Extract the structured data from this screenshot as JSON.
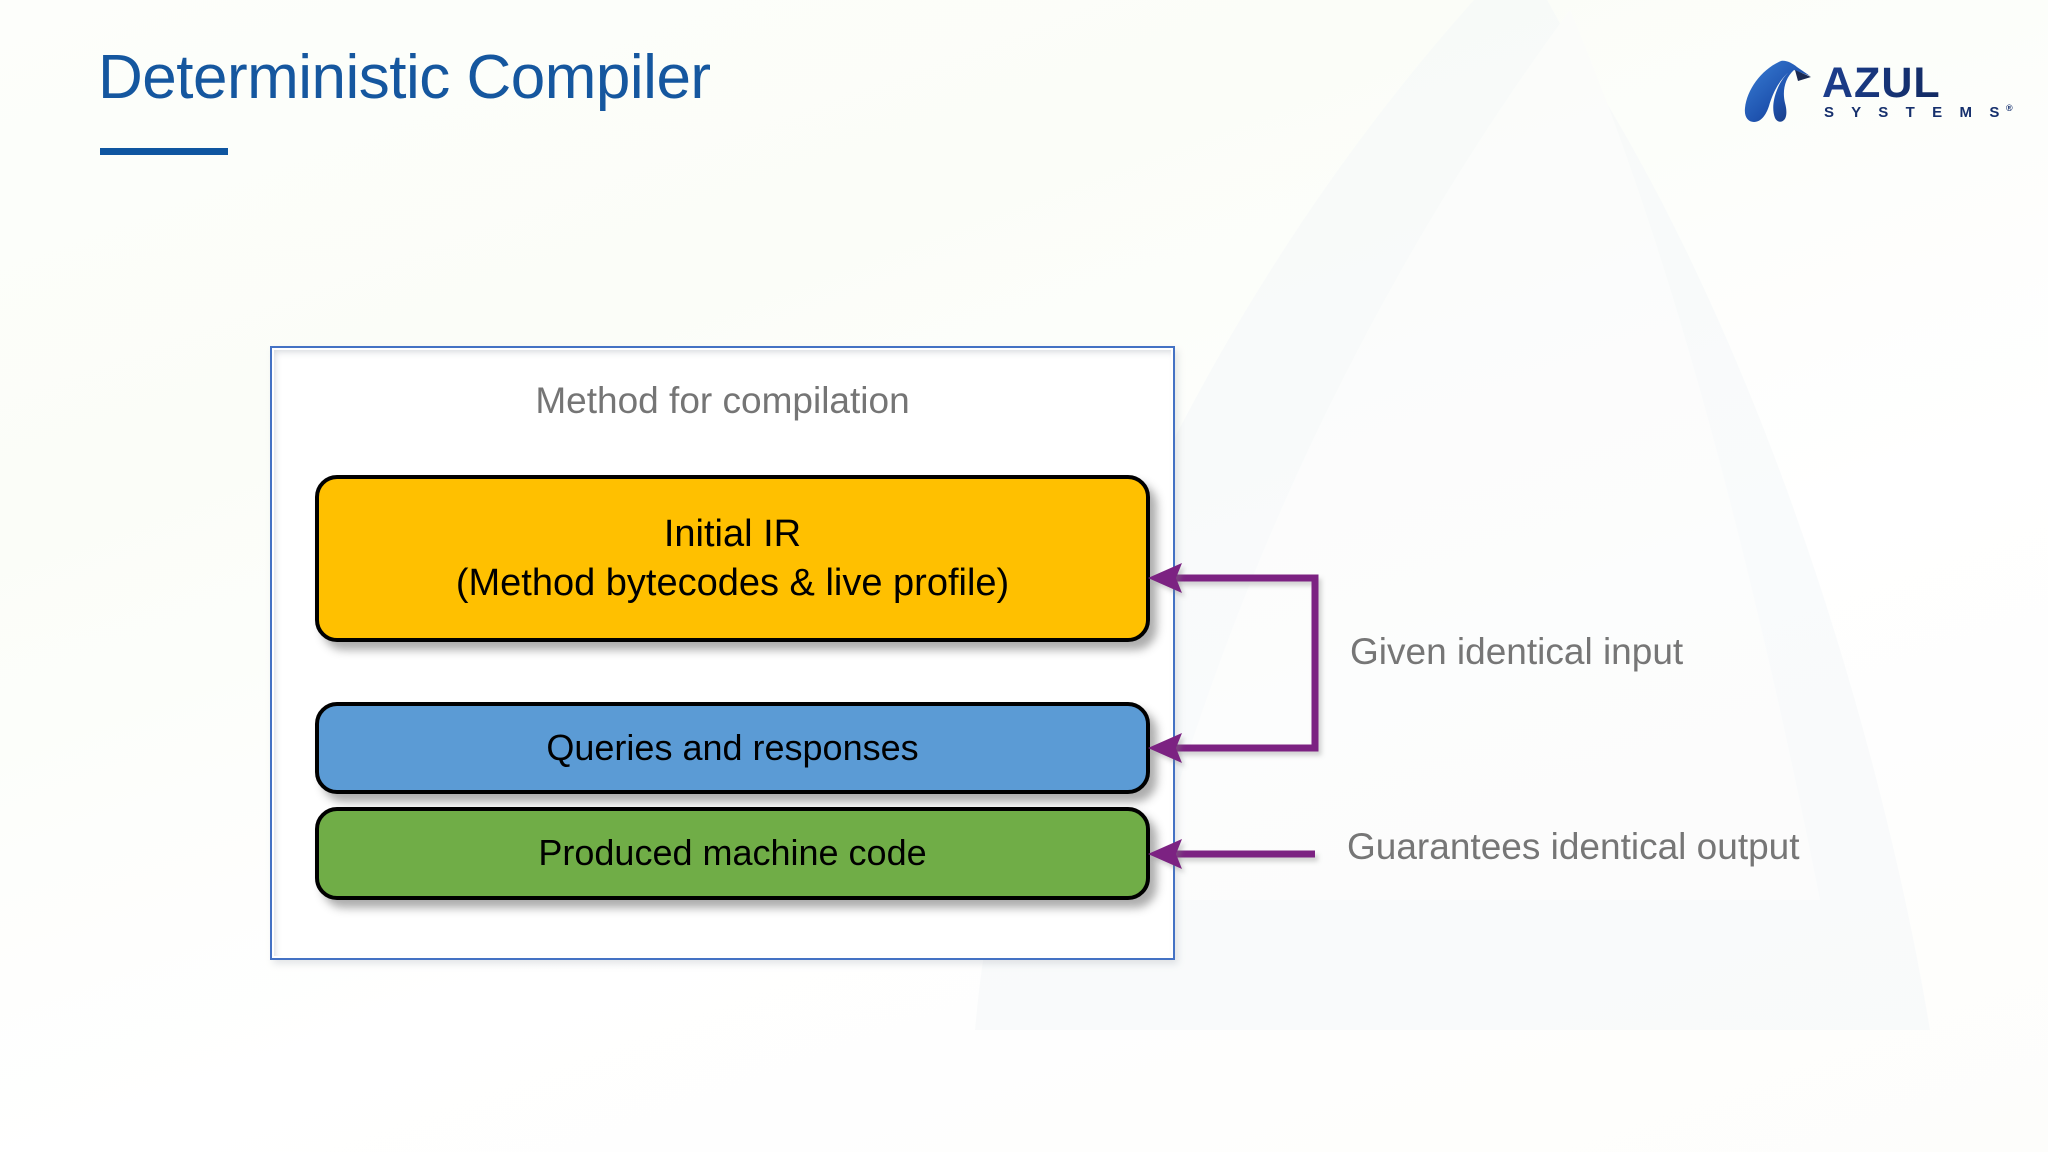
{
  "slide": {
    "title": "Deterministic Compiler",
    "accent_blue": "#15579f",
    "background": "#ffffff"
  },
  "logo": {
    "name": "azul-systems-logo",
    "wordmark": "AZUL",
    "tagline": "S Y S T E M S",
    "trademark": "®",
    "mark_color_start": "#2f6fd0",
    "mark_color_end": "#17306f"
  },
  "diagram": {
    "container_label": "Method for compilation",
    "container_border_color": "#4472C4",
    "blocks": [
      {
        "id": "initial-ir",
        "line1": "Initial IR",
        "line2": "(Method bytecodes & live profile)",
        "color": "#FFC000"
      },
      {
        "id": "queries-and-responses",
        "line1": "Queries and responses",
        "color": "#5B9BD5"
      },
      {
        "id": "produced-machine-code",
        "line1": "Produced machine code",
        "color": "#70AD47"
      }
    ],
    "connector_color": "#7B2382",
    "annotations": [
      {
        "id": "given-identical-input",
        "text": "Given identical input"
      },
      {
        "id": "guarantees-identical-output",
        "text": "Guarantees identical output"
      }
    ]
  }
}
